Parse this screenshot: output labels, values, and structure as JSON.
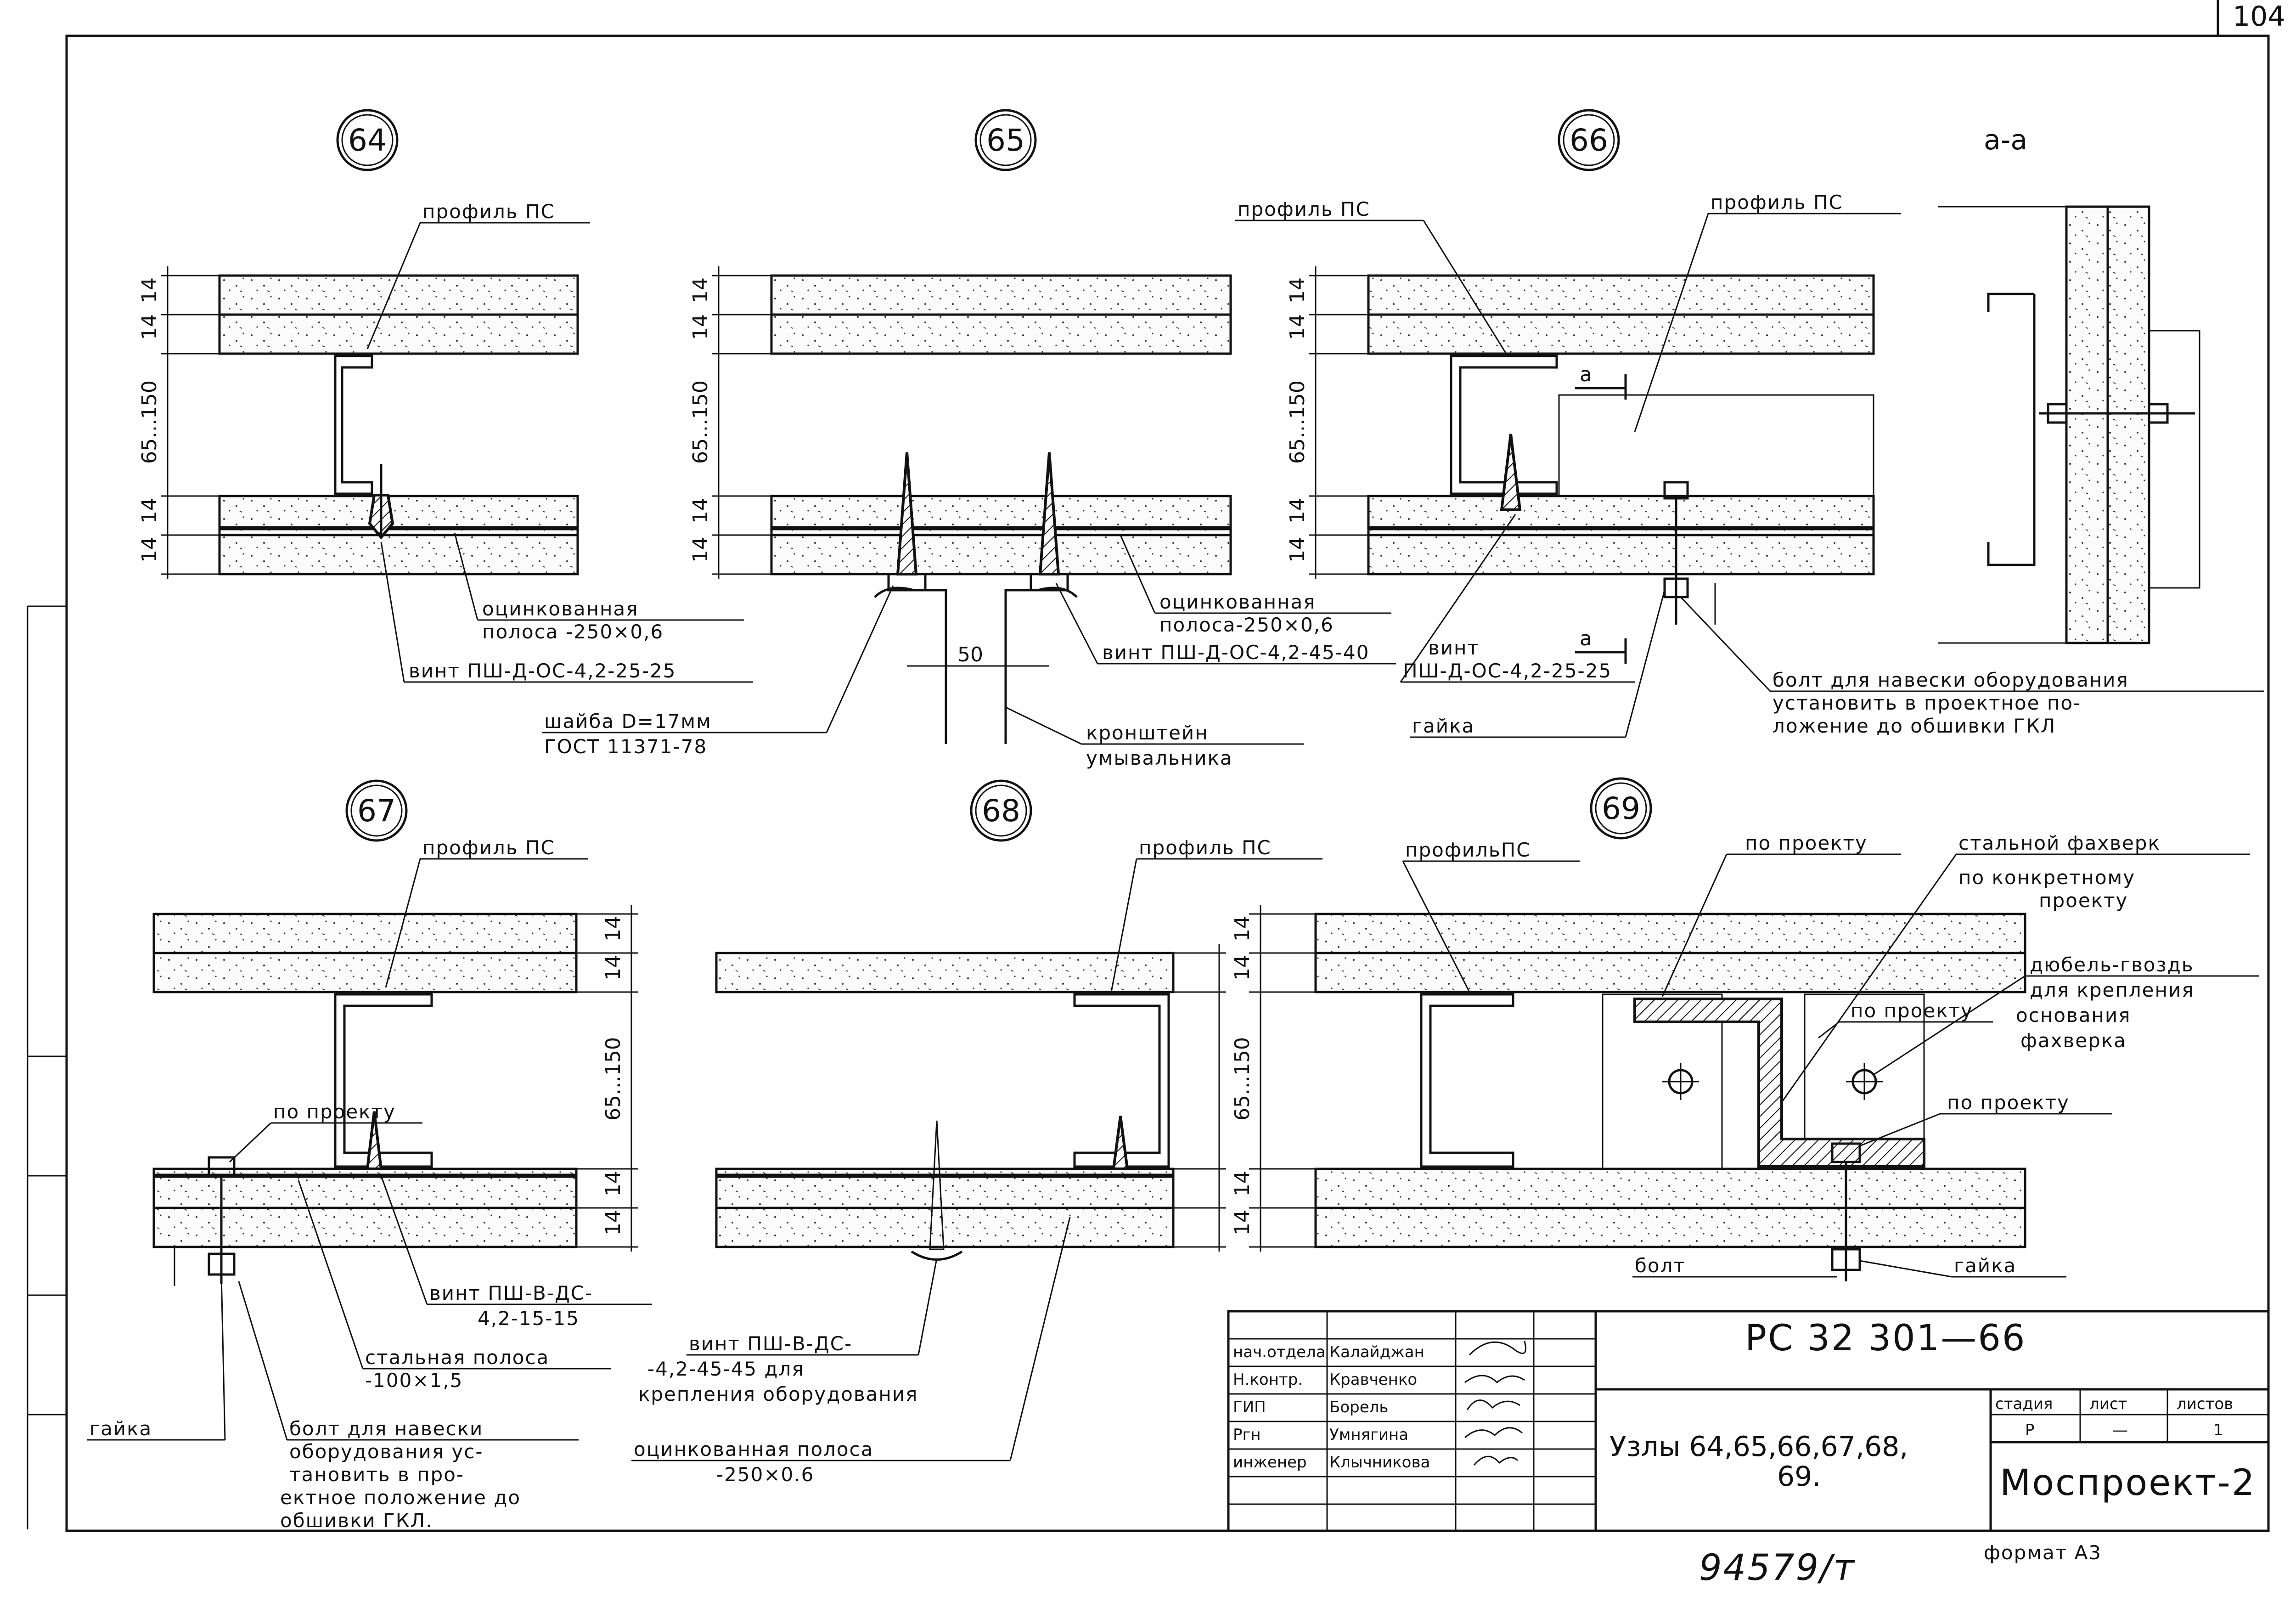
{
  "sheet": {
    "page_number": "104",
    "section_label": "а-а"
  },
  "nodes": [
    {
      "number": "64"
    },
    {
      "number": "65"
    },
    {
      "number": "66"
    },
    {
      "number": "67"
    },
    {
      "number": "68"
    },
    {
      "number": "69"
    }
  ],
  "labels": {
    "profile_ps": "профиль ПС",
    "profile_ps_69": "профильПС",
    "strip_galv_a": "оцинкованная",
    "strip_galv_b": "полоса -250×0,6",
    "strip_galv_65a": "оцинкованная",
    "strip_galv_65b": "полоса-250×0,6",
    "screw_64": "винт ПШ-Д-ОС-4,2-25-25",
    "screw_65": "винт ПШ-Д-ОС-4,2-45-40",
    "washer_a": "шайба D=17мм",
    "washer_b": "ГОСТ 11371-78",
    "dim_50": "50",
    "bracket_a": "кронштейн",
    "bracket_b": "умывальника",
    "screw_66a": "винт",
    "screw_66b": "ПШ-Д-ОС-4,2-25-25",
    "nut": "гайка",
    "bolt66_a": "болт для навески оборудования",
    "bolt66_b": "установить в проектное по-",
    "bolt66_c": "ложение до обшивки ГКЛ",
    "section_mark": "а",
    "screw_67a": "винт ПШ-В-ДС-",
    "screw_67b": "4,2-15-15",
    "steel_strip_a": "стальная полоса",
    "steel_strip_b": "-100×1,5",
    "nut_67": "гайка",
    "bolt67_a": "болт для навески",
    "bolt67_b": "оборудования ус-",
    "bolt67_c": "тановить в про-",
    "bolt67_d": "ектное положение до",
    "bolt67_e": "обшивки ГКЛ.",
    "by_project": "по проекту",
    "screw_68a": "винт ПШ-В-ДС-",
    "screw_68b": "-4,2-45-45 для",
    "screw_68c": "крепления оборудования",
    "galv_68a": "оцинкованная полоса",
    "galv_68b": "-250×0.6",
    "steel_frame": "стальной фахверк",
    "concrete_a": "по конкретному",
    "concrete_b": "проекту",
    "dowel_a": "дюбель-гвоздь",
    "dowel_b": "для крепления",
    "dowel_c": "основания",
    "dowel_d": "фахверка",
    "bolt_69": "болт",
    "nut_69": "гайка"
  },
  "dims": {
    "d14": "14",
    "d65_150": "65...150"
  },
  "title_block": {
    "doc_code": "РС 32 301—66",
    "title_a": "Узлы 64,65,66,67,68,",
    "title_b": "69.",
    "org": "Моспроект-2",
    "format": "формат А3",
    "stage_h": "стадия",
    "sheet_h": "лист",
    "sheets_h": "листов",
    "stage_v": "Р",
    "sheet_v": "—",
    "sheets_v": "1",
    "staff": [
      {
        "role": "нач.отдела",
        "name": "Калайджан"
      },
      {
        "role": "Н.контр.",
        "name": "Кравченко"
      },
      {
        "role": "ГИП",
        "name": "Борель"
      },
      {
        "role": "Ргн",
        "name": "Умнягина"
      },
      {
        "role": "инженер",
        "name": "Клычникова"
      }
    ]
  },
  "inventory_number": "94579/т"
}
